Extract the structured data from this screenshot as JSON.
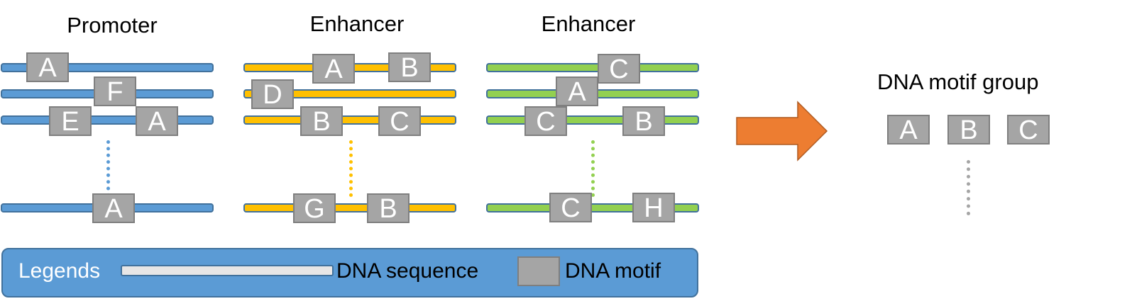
{
  "panels": [
    {
      "title": "Promoter",
      "color": "#5b9bd5",
      "rows": [
        [
          "A"
        ],
        [
          "F"
        ],
        [
          "E",
          "A"
        ],
        [
          "A"
        ]
      ]
    },
    {
      "title": "Enhancer",
      "color": "#ffc000",
      "rows": [
        [
          "A",
          "B"
        ],
        [
          "D"
        ],
        [
          "B",
          "C"
        ],
        [
          "G",
          "B"
        ]
      ]
    },
    {
      "title": "Enhancer",
      "color": "#92d050",
      "rows": [
        [
          "C"
        ],
        [
          "A"
        ],
        [
          "C",
          "B"
        ],
        [
          "C",
          "H"
        ]
      ]
    }
  ],
  "legend": {
    "label": "Legends",
    "sequence_label": "DNA sequence",
    "motif_label": "DNA motif"
  },
  "arrow": {
    "icon": "right-arrow-icon",
    "color": "#ed7d31"
  },
  "motif_group": {
    "title": "DNA motif group",
    "motifs": [
      "A",
      "B",
      "C"
    ]
  }
}
